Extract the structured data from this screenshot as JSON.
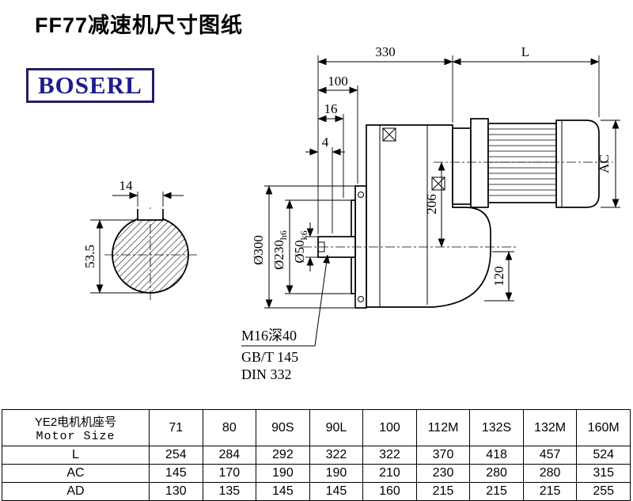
{
  "page": {
    "title": "FF77减速机尺寸图纸",
    "brand": "BOSERL"
  },
  "shaft_view": {
    "keyway_width": "14",
    "keyway_depth": "53.5"
  },
  "main_view": {
    "dim_330": "330",
    "dim_L": "L",
    "dim_100": "100",
    "dim_16": "16",
    "dim_4": "4",
    "dim_206": "206",
    "dim_120": "120",
    "dim_AC": "AC",
    "dia_300": "Ø300",
    "dia_230": "Ø230",
    "dia_230_tol": "h6",
    "dia_50": "Ø50",
    "dia_50_tol": "k6",
    "note_tap": "M16深40",
    "note_gb": "GB/T 145",
    "note_din": "DIN 332"
  },
  "table": {
    "header_cn": "YE2电机机座号",
    "header_en": "Motor Size",
    "sizes": [
      "71",
      "80",
      "90S",
      "90L",
      "100",
      "112M",
      "132S",
      "132M",
      "160M"
    ],
    "rows": [
      {
        "label": "L",
        "values": [
          "254",
          "284",
          "292",
          "322",
          "322",
          "370",
          "418",
          "457",
          "524"
        ]
      },
      {
        "label": "AC",
        "values": [
          "145",
          "170",
          "190",
          "190",
          "210",
          "230",
          "280",
          "280",
          "315"
        ]
      },
      {
        "label": "AD",
        "values": [
          "130",
          "135",
          "145",
          "145",
          "160",
          "215",
          "215",
          "215",
          "255"
        ]
      }
    ]
  }
}
